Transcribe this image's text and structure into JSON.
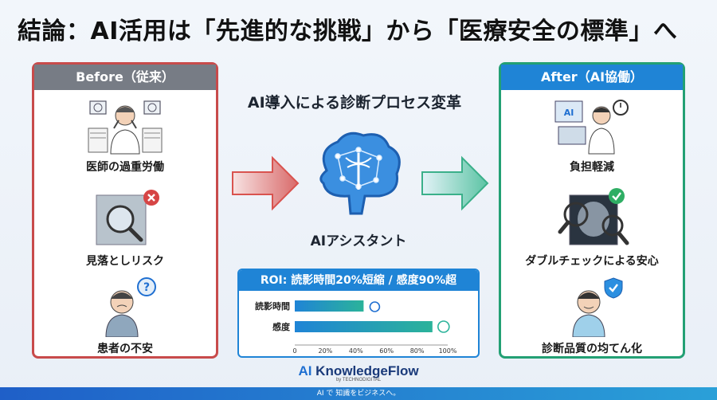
{
  "title": "結論：AI活用は「先進的な挑戦」から「医療安全の標準」へ",
  "before": {
    "header": "Before（従来）",
    "items": [
      {
        "label": "医師の過重労働"
      },
      {
        "label": "見落としリスク"
      },
      {
        "label": "患者の不安"
      }
    ]
  },
  "center": {
    "title": "AI導入による診断プロセス変革",
    "brain_label": "AIアシスタント"
  },
  "after": {
    "header": "After（AI協働）",
    "items": [
      {
        "label": "負担軽減"
      },
      {
        "label": "ダブルチェックによる安心"
      },
      {
        "label": "診断品質の均てん化"
      }
    ]
  },
  "roi": {
    "title": "ROI: 読影時間20%短縮 / 感度90%超",
    "bars": [
      {
        "label": "読影時間",
        "value": 0.45,
        "icon": "stopwatch-icon"
      },
      {
        "label": "感度",
        "value": 0.9,
        "icon": "target-icon"
      }
    ],
    "ticks": [
      "0",
      "20%",
      "40%",
      "60%",
      "80%",
      "100%"
    ]
  },
  "footer": {
    "logo_ai": "AI",
    "logo_name": "KnowledgeFlow",
    "logo_by": "by TECHNODIGITAL",
    "tagline": "AI で 知識をビジネスへ。"
  },
  "colors": {
    "before_border": "#c84b4b",
    "after_border": "#23a074",
    "accent_blue": "#1f84d6"
  }
}
